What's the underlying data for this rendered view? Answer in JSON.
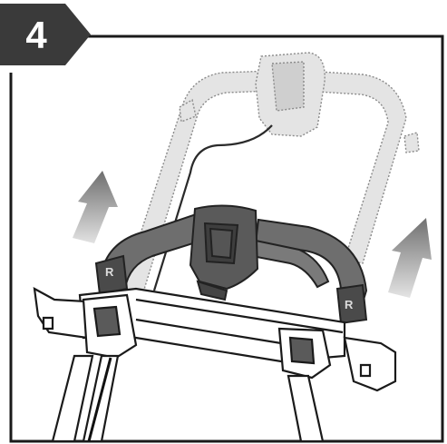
{
  "step": {
    "number": "4"
  },
  "handle_labels": {
    "left_side_mark": "R",
    "right_side_mark": "R"
  },
  "colors": {
    "badge": "#3a3a3a",
    "frame": "#1a1a1a",
    "handle_dark": "#6b6b6b",
    "handle_light_ghost": "#d9d9d9",
    "arrow_gradient_top": "#6e6e6e",
    "arrow_gradient_bottom": "#dcdcdc"
  },
  "icons": [
    "up-arrow-icon",
    "up-arrow-icon",
    "handle-folded-ghost",
    "handle-raised"
  ]
}
